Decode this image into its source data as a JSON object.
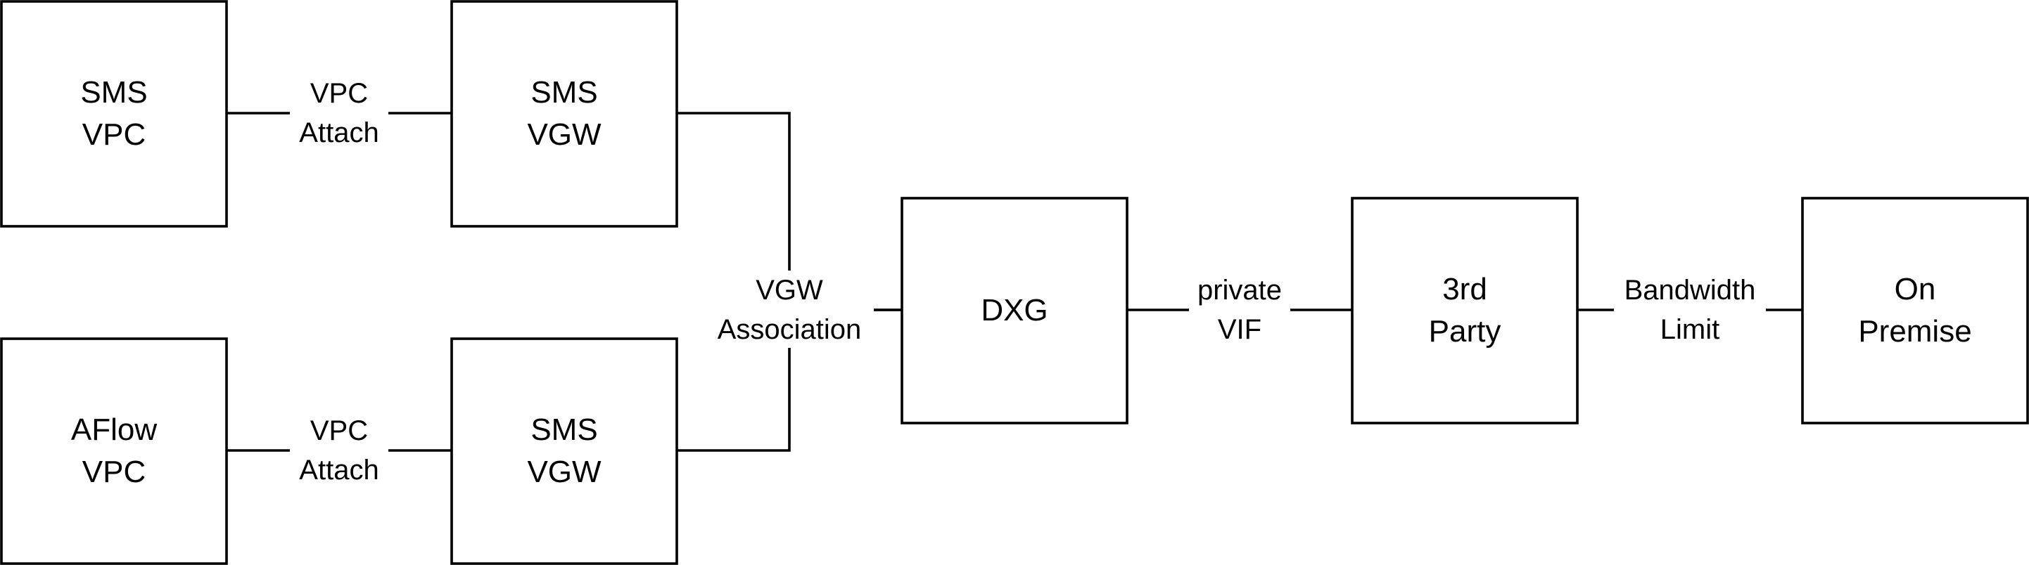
{
  "diagram": {
    "nodes": {
      "sms_vpc": {
        "line1": "SMS",
        "line2": "VPC"
      },
      "sms_vgw_top": {
        "line1": "SMS",
        "line2": "VGW"
      },
      "aflow_vpc": {
        "line1": "AFlow",
        "line2": "VPC"
      },
      "sms_vgw_bottom": {
        "line1": "SMS",
        "line2": "VGW"
      },
      "dxg": {
        "line1": "DXG"
      },
      "third_party": {
        "line1": "3rd",
        "line2": "Party"
      },
      "on_premise": {
        "line1": "On",
        "line2": "Premise"
      }
    },
    "edges": {
      "vpc_attach_top": {
        "line1": "VPC",
        "line2": "Attach"
      },
      "vpc_attach_bottom": {
        "line1": "VPC",
        "line2": "Attach"
      },
      "vgw_association": {
        "line1": "VGW",
        "line2": "Association"
      },
      "private_vif": {
        "line1": "private",
        "line2": "VIF"
      },
      "bandwidth_limit": {
        "line1": "Bandwidth",
        "line2": "Limit"
      }
    }
  }
}
